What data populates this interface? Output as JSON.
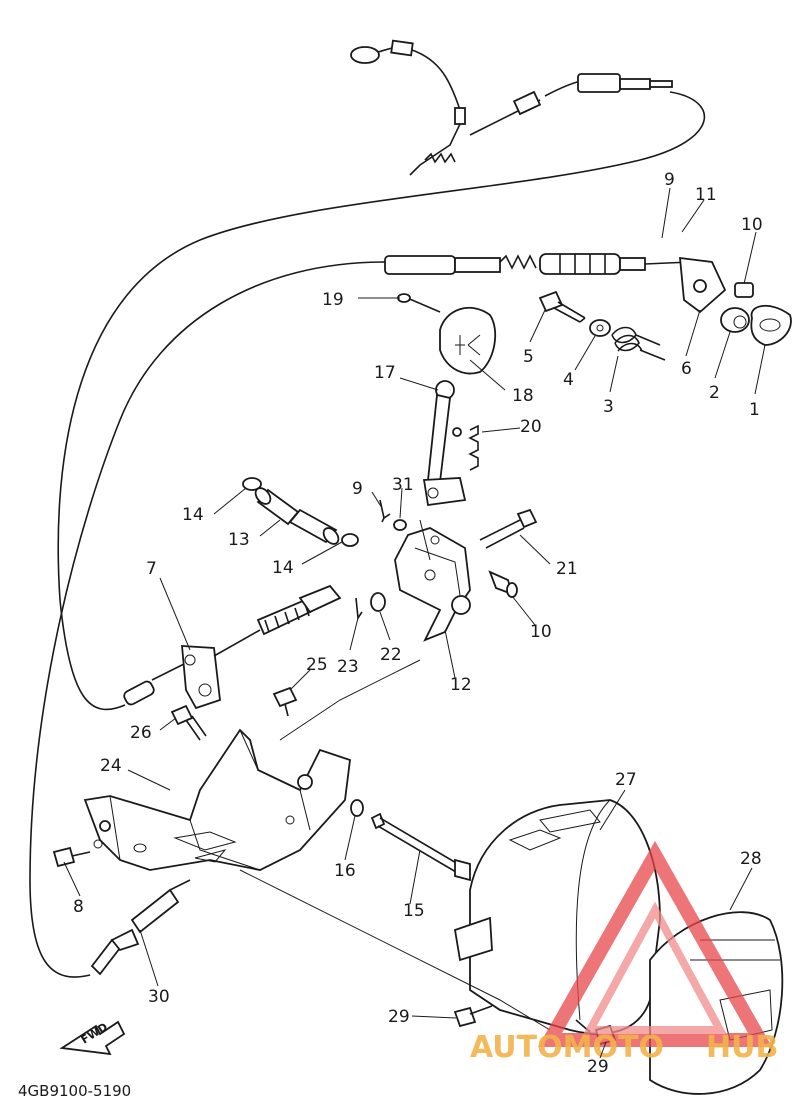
{
  "diagram": {
    "part_code": "4GB9100-5190",
    "fwd_label": "FWD",
    "watermark_left": "AUTOMOTO",
    "watermark_right": "HUB",
    "colors": {
      "line": "#1a1a1a",
      "watermark": "#e8474a"
    },
    "callouts": [
      "1",
      "2",
      "3",
      "4",
      "5",
      "6",
      "7",
      "8",
      "9",
      "9",
      "10",
      "10",
      "11",
      "12",
      "13",
      "14",
      "14",
      "15",
      "16",
      "17",
      "18",
      "19",
      "20",
      "21",
      "22",
      "23",
      "24",
      "25",
      "26",
      "27",
      "28",
      "29",
      "29",
      "30",
      "31"
    ]
  }
}
